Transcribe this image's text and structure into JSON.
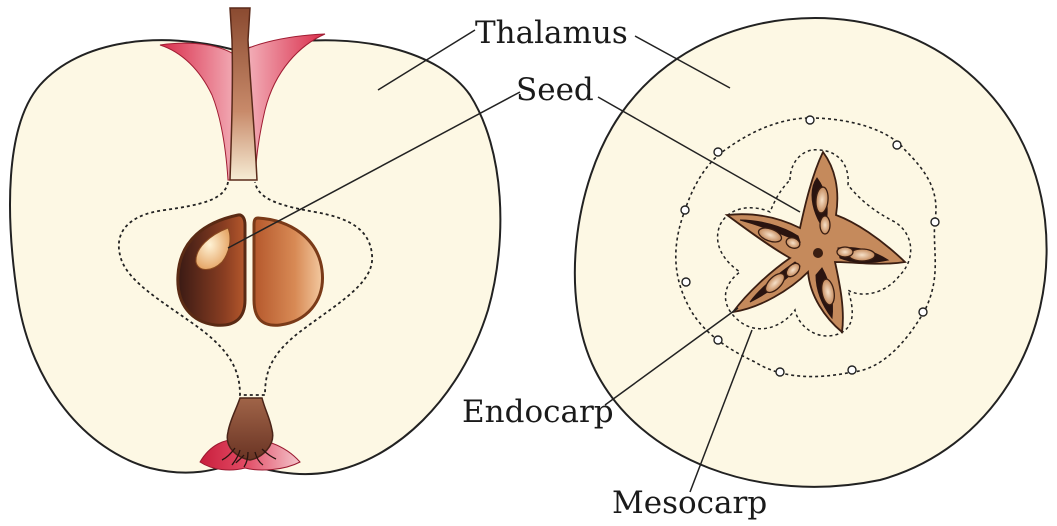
{
  "labels": {
    "thalamus": "Thalamus",
    "seed": "Seed",
    "endocarp": "Endocarp",
    "mesocarp": "Mesocarp"
  },
  "colors": {
    "flesh": "#fdf8e4",
    "outline": "#222222",
    "skin_red": "#d92c4a",
    "stalk": "#8a4a30",
    "seed_dark": "#3a1a14",
    "seed_mid": "#b5582c",
    "seed_light": "#f3c9a0",
    "core_fill": "#c58a5c",
    "core_light": "#f6e0c8"
  }
}
